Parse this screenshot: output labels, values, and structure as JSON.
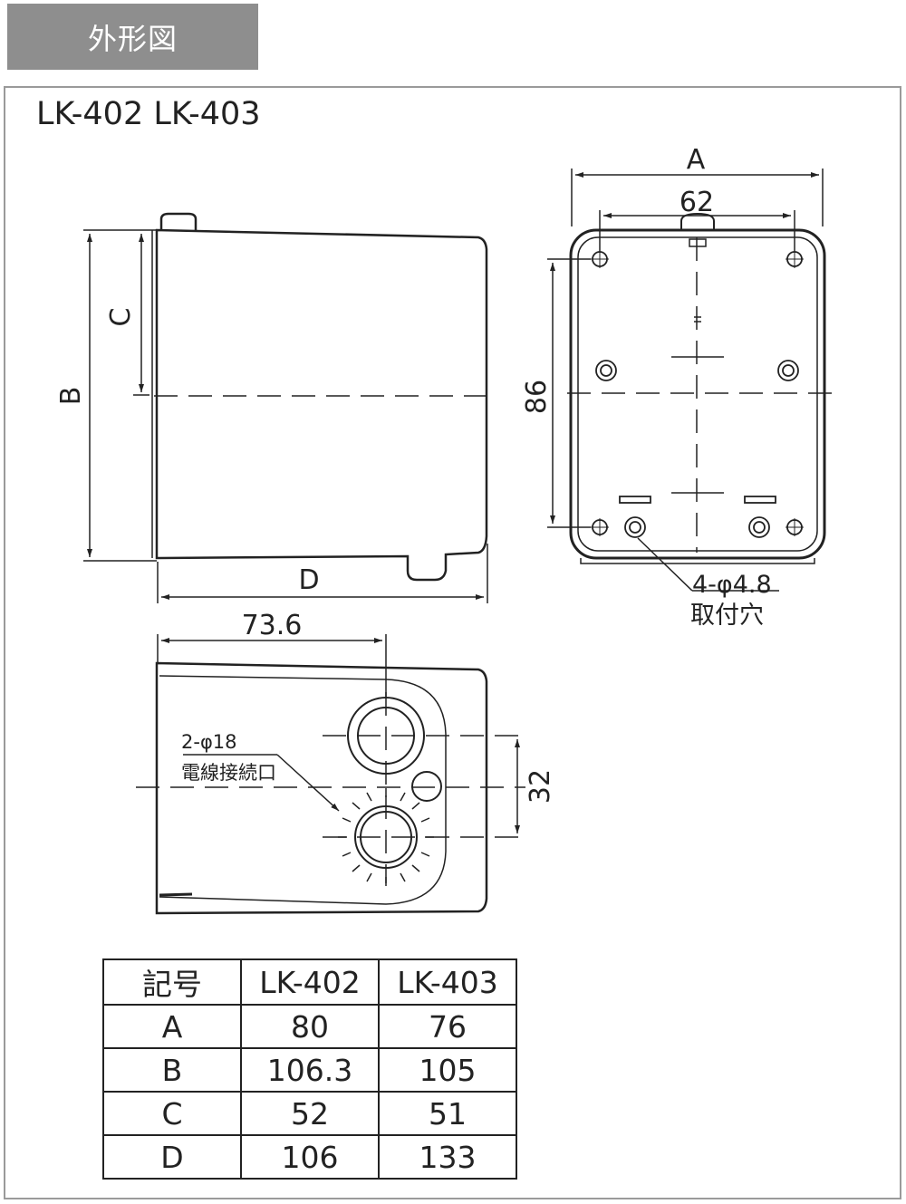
{
  "header": {
    "title": "外形図"
  },
  "model_title": "LK-402 LK-403",
  "dimensions": {
    "A": "A",
    "B": "B",
    "C": "C",
    "D": "D",
    "hole_spacing": "62",
    "vertical_86": "86",
    "width_73_6": "73.6",
    "spacing_32": "32"
  },
  "annotations": {
    "mount_holes_spec": "4-φ4.8",
    "mount_holes_label": "取付穴",
    "wire_port_spec": "2-φ18",
    "wire_port_label": "電線接続口"
  },
  "table": {
    "headers": [
      "記号",
      "LK-402",
      "LK-403"
    ],
    "rows": [
      [
        "A",
        "80",
        "76"
      ],
      [
        "B",
        "106.3",
        "105"
      ],
      [
        "C",
        "52",
        "51"
      ],
      [
        "D",
        "106",
        "133"
      ]
    ]
  },
  "colors": {
    "tab_bg": "#8e8e8e",
    "frame": "#9a9a9a",
    "line": "#222222"
  }
}
